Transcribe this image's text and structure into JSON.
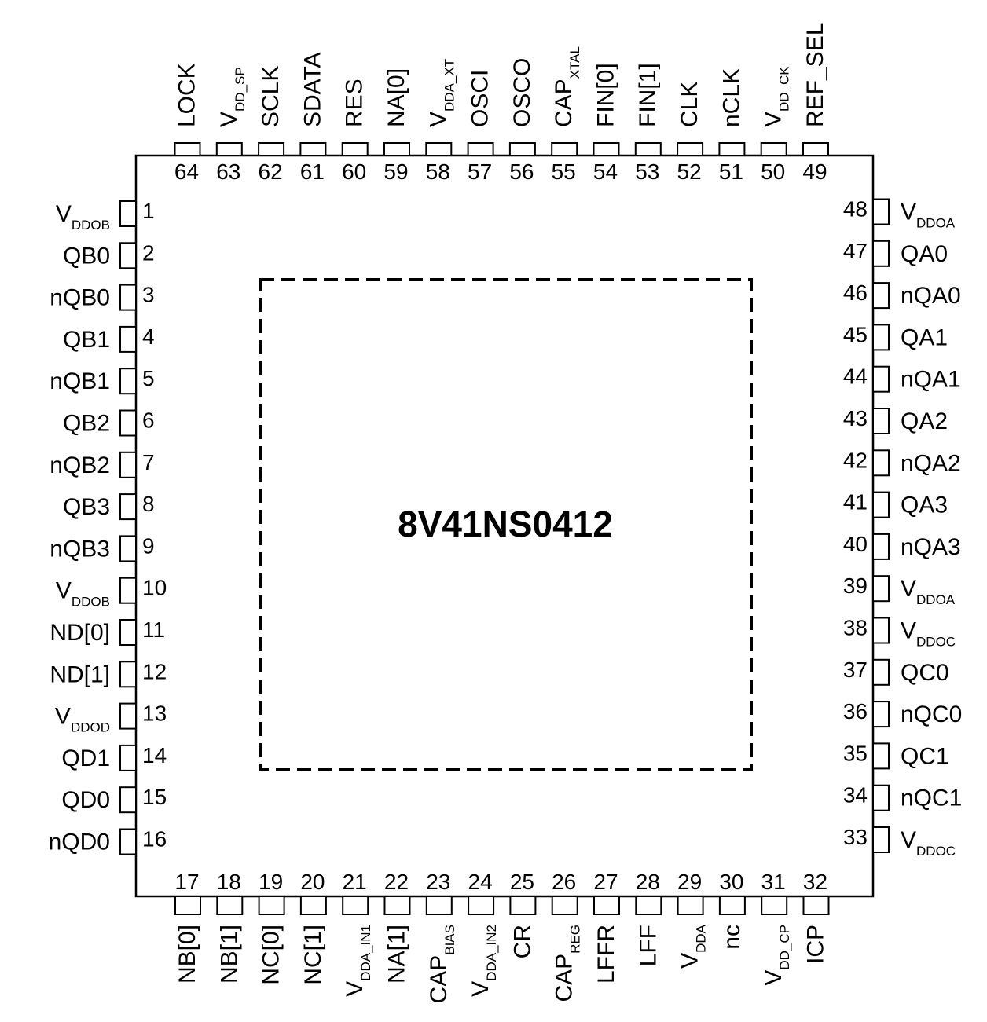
{
  "part_number": "8V41NS0412",
  "pins": {
    "left": [
      {
        "num": "1",
        "name": "V",
        "sub": "DDOB"
      },
      {
        "num": "2",
        "name": "QB0",
        "sub": ""
      },
      {
        "num": "3",
        "name": "nQB0",
        "sub": ""
      },
      {
        "num": "4",
        "name": "QB1",
        "sub": ""
      },
      {
        "num": "5",
        "name": "nQB1",
        "sub": ""
      },
      {
        "num": "6",
        "name": "QB2",
        "sub": ""
      },
      {
        "num": "7",
        "name": "nQB2",
        "sub": ""
      },
      {
        "num": "8",
        "name": "QB3",
        "sub": ""
      },
      {
        "num": "9",
        "name": "nQB3",
        "sub": ""
      },
      {
        "num": "10",
        "name": "V",
        "sub": "DDOB"
      },
      {
        "num": "11",
        "name": "ND[0]",
        "sub": ""
      },
      {
        "num": "12",
        "name": "ND[1]",
        "sub": ""
      },
      {
        "num": "13",
        "name": "V",
        "sub": "DDOD"
      },
      {
        "num": "14",
        "name": "QD1",
        "sub": ""
      },
      {
        "num": "15",
        "name": "QD0",
        "sub": ""
      },
      {
        "num": "16",
        "name": "nQD0",
        "sub": ""
      }
    ],
    "bottom": [
      {
        "num": "17",
        "name": "NB[0]",
        "sub": ""
      },
      {
        "num": "18",
        "name": "NB[1]",
        "sub": ""
      },
      {
        "num": "19",
        "name": "NC[0]",
        "sub": ""
      },
      {
        "num": "20",
        "name": "NC[1]",
        "sub": ""
      },
      {
        "num": "21",
        "name": "V",
        "sub": "DDA_IN1"
      },
      {
        "num": "22",
        "name": "NA[1]",
        "sub": ""
      },
      {
        "num": "23",
        "name": "CAP",
        "sub": "BIAS"
      },
      {
        "num": "24",
        "name": "V",
        "sub": "DDA_IN2"
      },
      {
        "num": "25",
        "name": "CR",
        "sub": ""
      },
      {
        "num": "26",
        "name": "CAP",
        "sub": "REG"
      },
      {
        "num": "27",
        "name": "LFFR",
        "sub": ""
      },
      {
        "num": "28",
        "name": "LFF",
        "sub": ""
      },
      {
        "num": "29",
        "name": "V",
        "sub": "DDA"
      },
      {
        "num": "30",
        "name": "nc",
        "sub": ""
      },
      {
        "num": "31",
        "name": "V",
        "sub": "DD_CP"
      },
      {
        "num": "32",
        "name": "ICP",
        "sub": ""
      }
    ],
    "right": [
      {
        "num": "33",
        "name": "V",
        "sub": "DDOC"
      },
      {
        "num": "34",
        "name": "nQC1",
        "sub": ""
      },
      {
        "num": "35",
        "name": "QC1",
        "sub": ""
      },
      {
        "num": "36",
        "name": "nQC0",
        "sub": ""
      },
      {
        "num": "37",
        "name": "QC0",
        "sub": ""
      },
      {
        "num": "38",
        "name": "V",
        "sub": "DDOC"
      },
      {
        "num": "39",
        "name": "V",
        "sub": "DDOA"
      },
      {
        "num": "40",
        "name": "nQA3",
        "sub": ""
      },
      {
        "num": "41",
        "name": "QA3",
        "sub": ""
      },
      {
        "num": "42",
        "name": "nQA2",
        "sub": ""
      },
      {
        "num": "43",
        "name": "QA2",
        "sub": ""
      },
      {
        "num": "44",
        "name": "nQA1",
        "sub": ""
      },
      {
        "num": "45",
        "name": "QA1",
        "sub": ""
      },
      {
        "num": "46",
        "name": "nQA0",
        "sub": ""
      },
      {
        "num": "47",
        "name": "QA0",
        "sub": ""
      },
      {
        "num": "48",
        "name": "V",
        "sub": "DDOA"
      }
    ],
    "top": [
      {
        "num": "49",
        "name": "REF_SEL",
        "sub": ""
      },
      {
        "num": "50",
        "name": "V",
        "sub": "DD_CK"
      },
      {
        "num": "51",
        "name": "nCLK",
        "sub": ""
      },
      {
        "num": "52",
        "name": "CLK",
        "sub": ""
      },
      {
        "num": "53",
        "name": "FIN[1]",
        "sub": ""
      },
      {
        "num": "54",
        "name": "FIN[0]",
        "sub": ""
      },
      {
        "num": "55",
        "name": "CAP",
        "sub": "XTAL"
      },
      {
        "num": "56",
        "name": "OSCO",
        "sub": ""
      },
      {
        "num": "57",
        "name": "OSCI",
        "sub": ""
      },
      {
        "num": "58",
        "name": "V",
        "sub": "DDA_XT"
      },
      {
        "num": "59",
        "name": "NA[0]",
        "sub": ""
      },
      {
        "num": "60",
        "name": "RES",
        "sub": ""
      },
      {
        "num": "61",
        "name": "SDATA",
        "sub": ""
      },
      {
        "num": "62",
        "name": "SCLK",
        "sub": ""
      },
      {
        "num": "63",
        "name": "V",
        "sub": "DD_SP"
      },
      {
        "num": "64",
        "name": "LOCK",
        "sub": ""
      }
    ]
  }
}
